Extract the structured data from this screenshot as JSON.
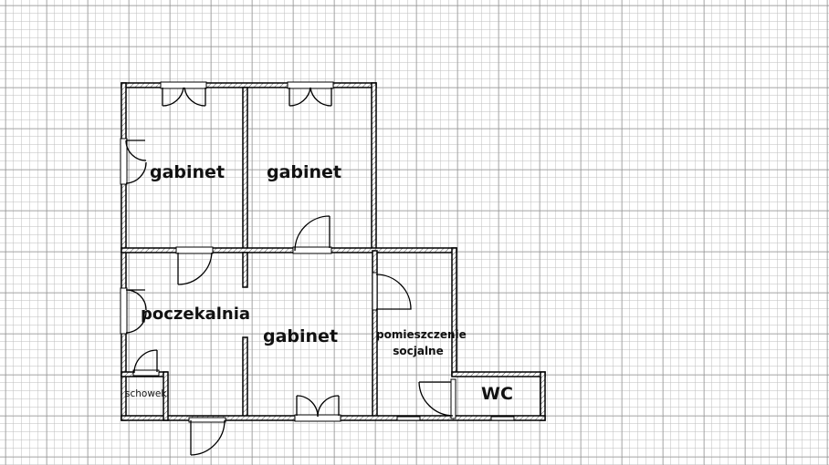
{
  "rooms": {
    "office_top_left": "gabinet",
    "office_top_right": "gabinet",
    "waiting_room": "poczekalnia",
    "office_bottom": "gabinet",
    "social_room_line1": "pomieszczenie",
    "social_room_line2": "socjalne",
    "wc": "WC",
    "storage": "schowek"
  }
}
